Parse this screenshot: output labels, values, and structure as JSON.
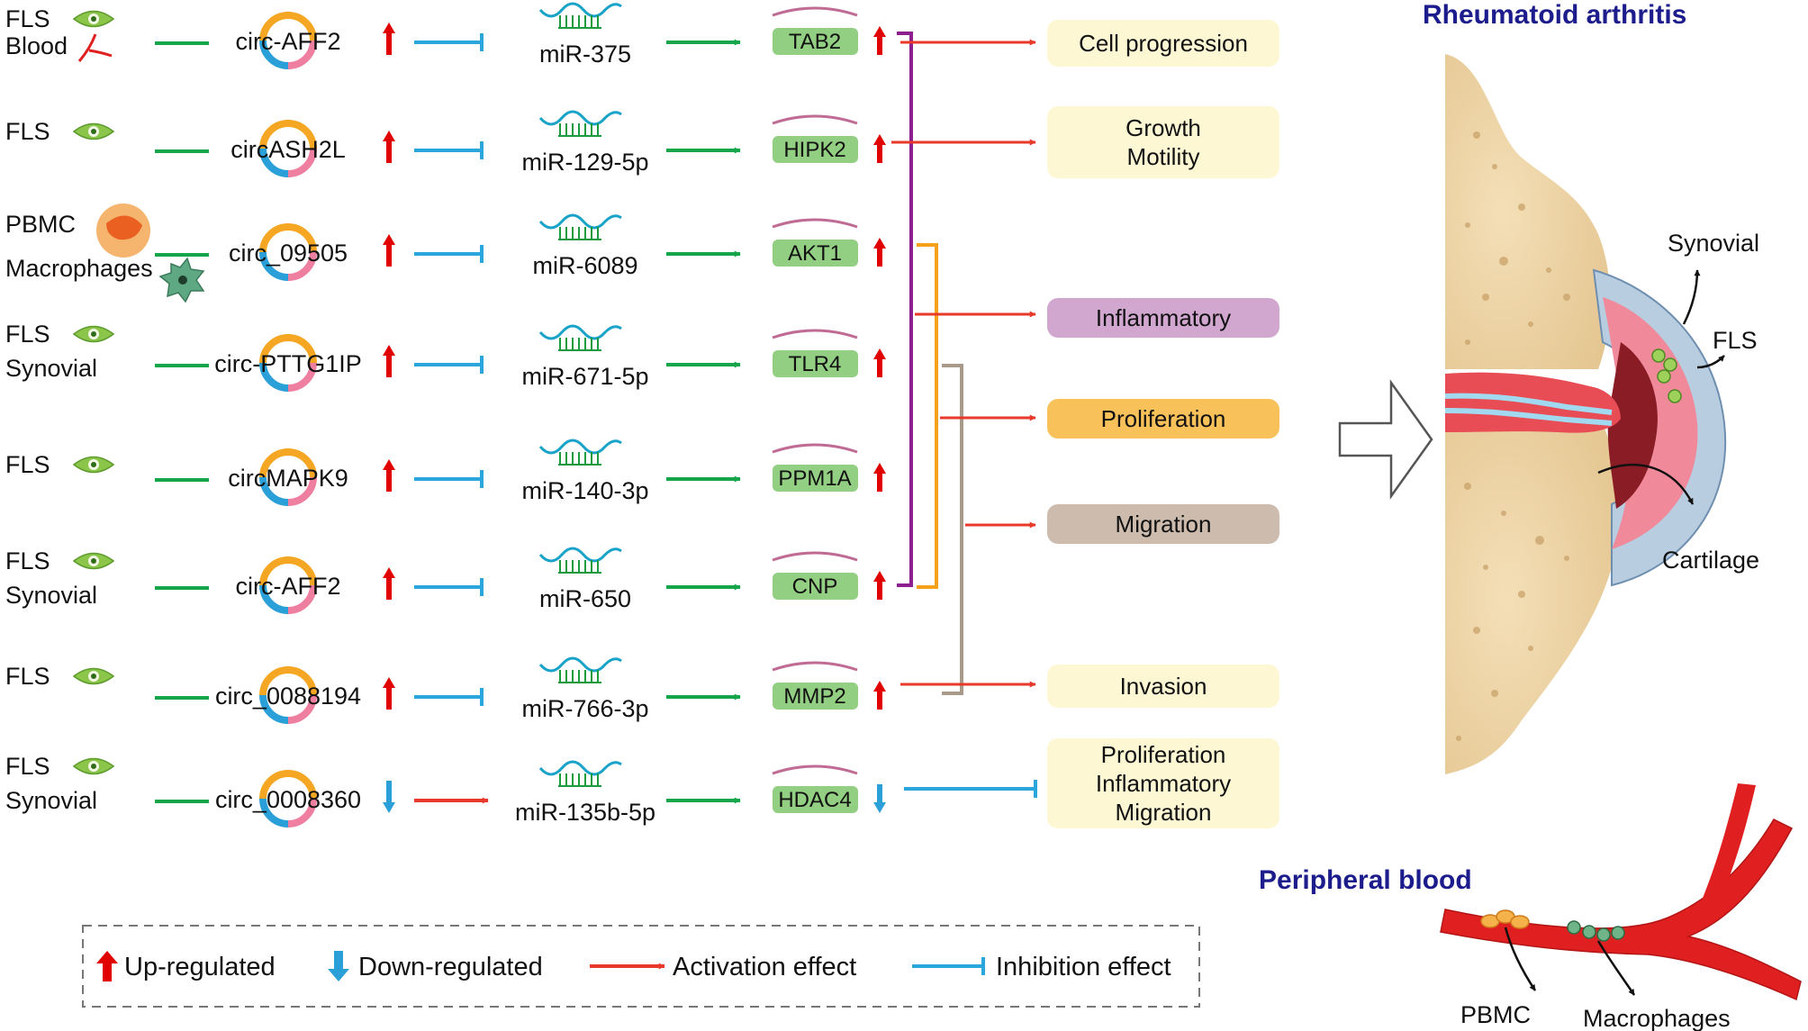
{
  "rows": [
    {
      "sources": [
        "FLS",
        "Blood"
      ],
      "circ": "circ-AFF2",
      "circ_dir": "up",
      "mirna": "miR-375",
      "mirna_link": "inhibit",
      "gene": "TAB2",
      "gene_dir": "up"
    },
    {
      "sources": [
        "FLS"
      ],
      "circ": "circASH2L",
      "circ_dir": "up",
      "mirna": "miR-129-5p",
      "mirna_link": "inhibit",
      "gene": "HIPK2",
      "gene_dir": "up"
    },
    {
      "sources": [
        "PBMC",
        "Macrophages"
      ],
      "circ": "circ_09505",
      "circ_dir": "up",
      "mirna": "miR-6089",
      "mirna_link": "inhibit",
      "gene": "AKT1",
      "gene_dir": "up"
    },
    {
      "sources": [
        "FLS",
        "Synovial"
      ],
      "circ": "circ-PTTG1IP",
      "circ_dir": "up",
      "mirna": "miR-671-5p",
      "mirna_link": "inhibit",
      "gene": "TLR4",
      "gene_dir": "up"
    },
    {
      "sources": [
        "FLS"
      ],
      "circ": "circMAPK9",
      "circ_dir": "up",
      "mirna": "miR-140-3p",
      "mirna_link": "inhibit",
      "gene": "PPM1A",
      "gene_dir": "up"
    },
    {
      "sources": [
        "FLS",
        "Synovial"
      ],
      "circ": "circ-AFF2",
      "circ_dir": "up",
      "mirna": "miR-650",
      "mirna_link": "inhibit",
      "gene": "CNP",
      "gene_dir": "up"
    },
    {
      "sources": [
        "FLS"
      ],
      "circ": "circ_0088194",
      "circ_dir": "up",
      "mirna": "miR-766-3p",
      "mirna_link": "inhibit",
      "gene": "MMP2",
      "gene_dir": "up"
    },
    {
      "sources": [
        "FLS",
        "Synovial"
      ],
      "circ": "circ_0008360",
      "circ_dir": "down",
      "mirna": "miR-135b-5p",
      "mirna_link": "activate",
      "gene": "HDAC4",
      "gene_dir": "down"
    }
  ],
  "outcomes": [
    {
      "lines": [
        "Cell progression"
      ],
      "fill": "#fdf7d4"
    },
    {
      "lines": [
        "Growth",
        "Motility"
      ],
      "fill": "#fdf7d4"
    },
    {
      "lines": [
        "Inflammatory"
      ],
      "fill": "#d1a7cf"
    },
    {
      "lines": [
        "Proliferation"
      ],
      "fill": "#f9c15a"
    },
    {
      "lines": [
        "Migration"
      ],
      "fill": "#cdbcae"
    },
    {
      "lines": [
        "Invasion"
      ],
      "fill": "#fdf7d4"
    },
    {
      "lines": [
        "Proliferation",
        "Inflammatory",
        "Migration"
      ],
      "fill": "#fdf7d4"
    }
  ],
  "legend": {
    "up": "Up-regulated",
    "down": "Down-regulated",
    "activation": "Activation effect",
    "inhibition": "Inhibition effect"
  },
  "right_panel": {
    "joint_title": "Rheumatoid arthritis",
    "joint_labels": {
      "synovial": "Synovial",
      "fls": "FLS",
      "cartilage": "Cartilage"
    },
    "blood_title": "Peripheral blood",
    "blood_labels": {
      "pbmc": "PBMC",
      "macrophages": "Macrophages"
    }
  },
  "colors": {
    "up_arrow": "#e00000",
    "down_arrow": "#2a9fd8",
    "activation": "#e83a2a",
    "inhibition": "#2aa6dc",
    "link_green": "#16a54a",
    "mirna": "#1aa3c9",
    "gene_box": "#93cf82",
    "bracket_purple": "#8e1f8e",
    "bracket_orange": "#f5a21a",
    "bracket_grey": "#a89a8a"
  }
}
